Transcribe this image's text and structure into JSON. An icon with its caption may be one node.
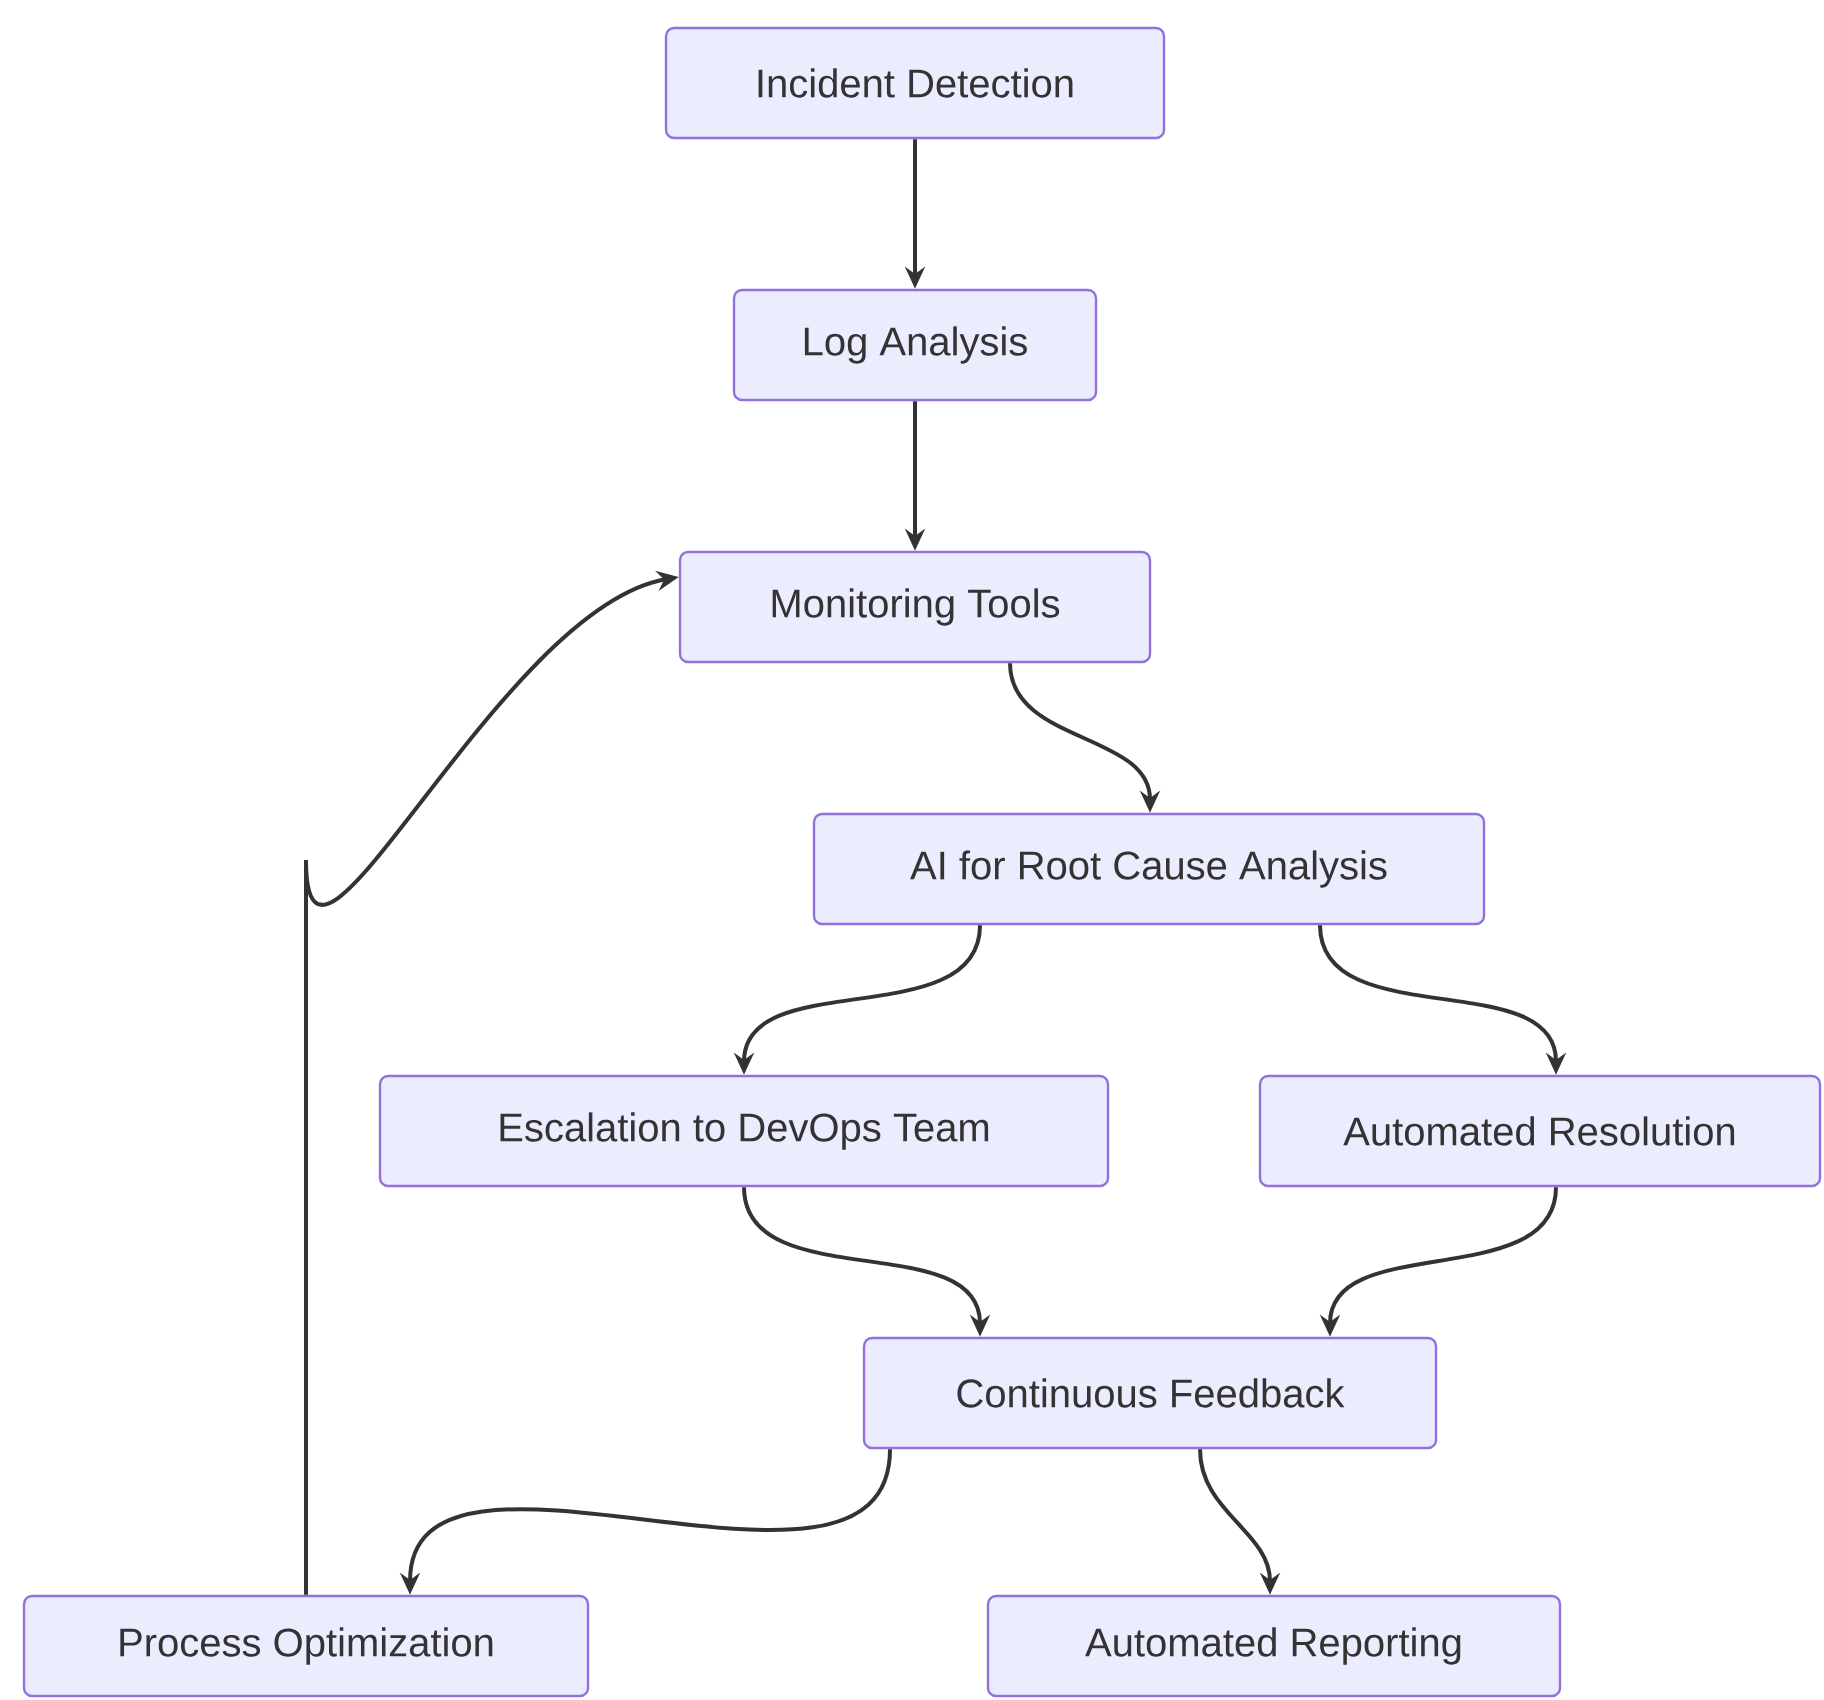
{
  "diagram": {
    "nodes": [
      {
        "text": [
          "Incident Detection"
        ]
      },
      {
        "text": [
          "Log Analysis"
        ]
      },
      {
        "text": [
          "Monitoring Tools"
        ]
      },
      {
        "text": [
          "AI for Root Cause Analysis"
        ]
      },
      {
        "text": [
          "Escalation to DevOps Team"
        ]
      },
      {
        "text": [
          "Automated Resolution"
        ]
      },
      {
        "text": [
          "Continuous Feedback"
        ]
      },
      {
        "text": [
          "Process Optimization"
        ]
      },
      {
        "text": [
          "Automated Reporting"
        ]
      }
    ],
    "edges": [
      {
        "from": 0,
        "to": 1,
        "arrow": "to"
      },
      {
        "from": 1,
        "to": 2,
        "arrow": "to"
      },
      {
        "from": 2,
        "to": 3,
        "arrow": "to"
      },
      {
        "from": 3,
        "to": 4,
        "arrow": "to"
      },
      {
        "from": 3,
        "to": 5,
        "arrow": "to"
      },
      {
        "from": 4,
        "to": 6,
        "arrow": "to"
      },
      {
        "from": 5,
        "to": 6,
        "arrow": "to"
      },
      {
        "from": 6,
        "to": 7,
        "arrow": "to"
      },
      {
        "from": 6,
        "to": 8,
        "arrow": "to"
      },
      {
        "from": 7,
        "to": 2,
        "arrow": "to"
      }
    ]
  }
}
